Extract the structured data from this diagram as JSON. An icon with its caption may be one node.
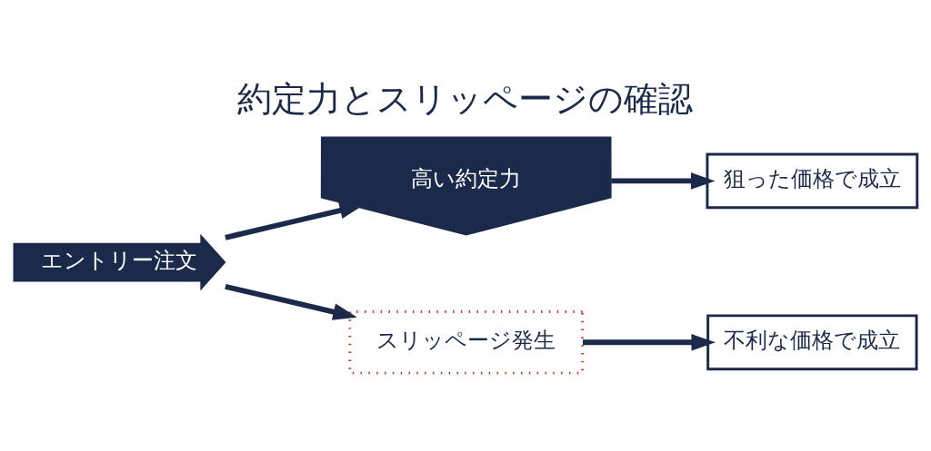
{
  "diagram": {
    "title": "約定力とスリッページの確認",
    "nodes": [
      {
        "text": [
          "エントリー注文"
        ]
      },
      {
        "text": [
          "高い約定力"
        ]
      },
      {
        "text": [
          "狙った価格で成立"
        ]
      },
      {
        "text": [
          "スリッページ発生"
        ]
      },
      {
        "text": [
          "不利な価格で成立"
        ]
      }
    ],
    "edges": [
      {
        "from": 0,
        "to": 1,
        "arrow": "to"
      },
      {
        "from": 0,
        "to": 3,
        "arrow": "to"
      },
      {
        "from": 1,
        "to": 2,
        "arrow": "to"
      },
      {
        "from": 3,
        "to": 4,
        "arrow": "to"
      }
    ]
  }
}
